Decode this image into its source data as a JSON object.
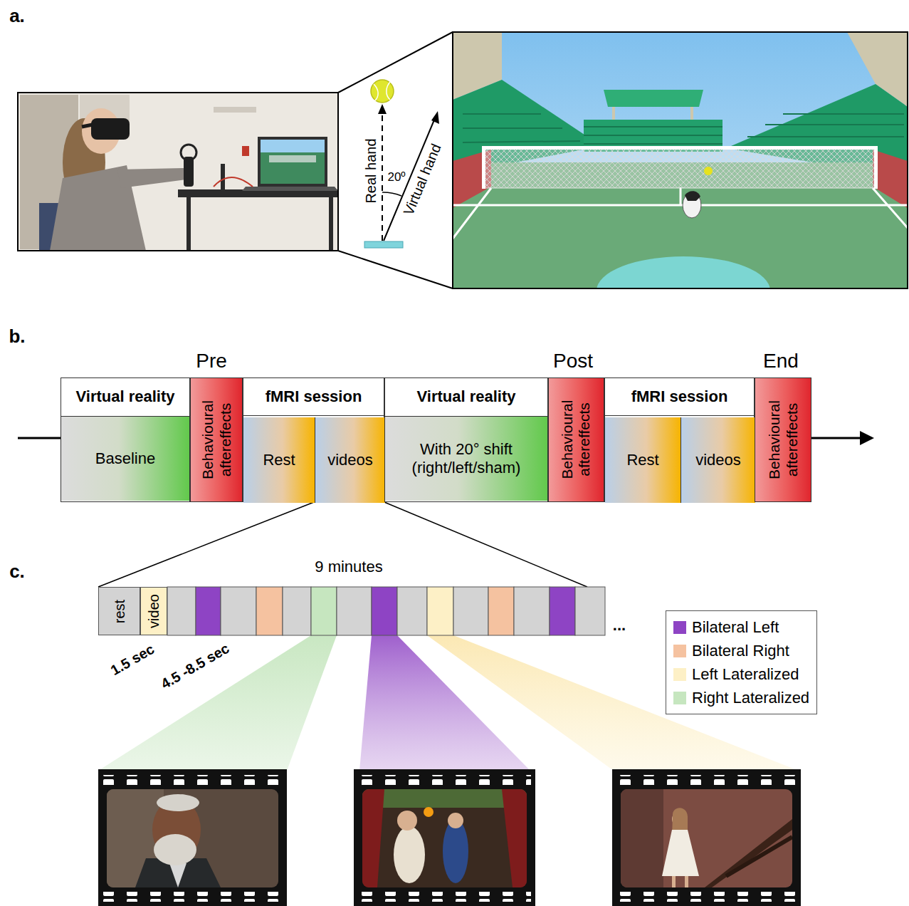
{
  "diagram": {
    "nodes": [
      {
        "text": [
          "Virtual reality",
          "Baseline"
        ]
      },
      {
        "text": [
          "Behavioural aftereffects"
        ]
      },
      {
        "text": [
          "fMRI session"
        ]
      },
      {
        "text": [
          "Rest"
        ],
        "in": 2
      },
      {
        "text": [
          "videos"
        ],
        "in": 2
      },
      {
        "text": [
          "Virtual reality",
          "With 20° shift (right/left/sham)"
        ]
      },
      {
        "text": [
          "Behavioural aftereffects"
        ]
      },
      {
        "text": [
          "fMRI session"
        ]
      },
      {
        "text": [
          "Rest"
        ],
        "in": 7
      },
      {
        "text": [
          "videos"
        ],
        "in": 7
      },
      {
        "text": [
          "Behavioural aftereffects"
        ]
      },
      {
        "text": [
          "rest"
        ]
      },
      {
        "text": [
          "video"
        ]
      }
    ],
    "labels": [
      "a.",
      "Real hand",
      "20º",
      "Virtual hand",
      "b.",
      "Pre",
      "Post",
      "End",
      "c.",
      "9 minutes",
      "1.5 sec",
      "4.5 -8.5 sec",
      "..."
    ],
    "legend": [
      {
        "text": "Bilateral Left",
        "color": "#8e44c4"
      },
      {
        "text": "Bilateral Right",
        "color": "#f5c2a0"
      },
      {
        "text": "Left Lateralized",
        "color": "#fdf0c6"
      },
      {
        "text": "Right Lateralized",
        "color": "#c6e6bf"
      }
    ]
  }
}
